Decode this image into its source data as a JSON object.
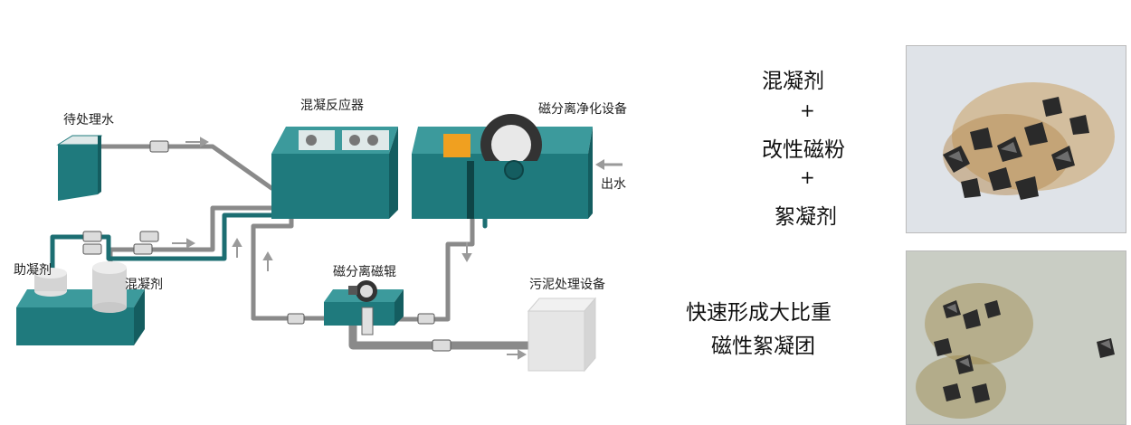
{
  "diagram": {
    "labels": {
      "raw_water": "待处理水",
      "coag_reactor": "混凝反应器",
      "mag_unit": "磁分离净化设备",
      "outlet": "出水",
      "aid": "助凝剂",
      "coagulant": "混凝剂",
      "mag_roller": "磁分离磁辊",
      "sludge": "污泥处理设备"
    },
    "colors": {
      "tank": "#1f7a7d",
      "tank_top": "#3c9a9c",
      "tank_side": "#145d60",
      "pipe": "#8a8a8a",
      "pipe_teal": "#1c6e72",
      "arrow": "#9a9a9a",
      "sludge_box": "#e6e6e6",
      "accent": "#f0a020"
    }
  },
  "side_text": {
    "line1": "混凝剂",
    "plus1": "+",
    "line2": "改性磁粉",
    "plus2": "+",
    "line3": "絮凝剂",
    "caption_line1": "快速形成大比重",
    "caption_line2": "磁性絮凝团"
  },
  "photos": {
    "top_icon": "magnetic-floc-photo",
    "bottom_icon": "magnetic-floc-closeup-photo"
  }
}
